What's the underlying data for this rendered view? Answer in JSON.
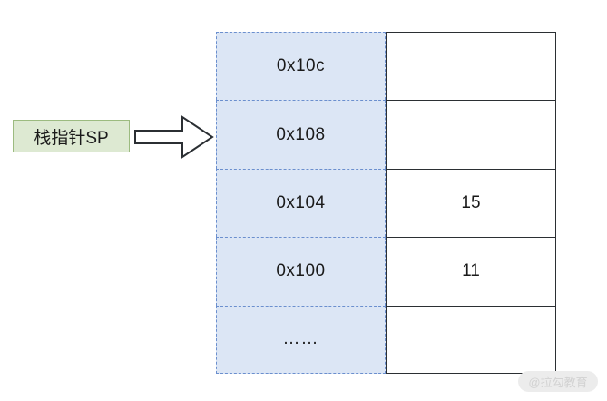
{
  "diagram": {
    "title": "stack-pointer-memory-layout",
    "pointer": {
      "label": "栈指针SP",
      "arrow_icon": "right-arrow-icon",
      "points_to_row_index": 1
    },
    "colors": {
      "address_fill": "#dce6f5",
      "address_border": "#6b8fce",
      "value_fill": "#ffffff",
      "value_border": "#2b2f33",
      "label_fill": "#dde9d2",
      "label_border": "#9cbb80",
      "text": "#1a1a1a",
      "watermark_text": "#d2d2d2",
      "watermark_fill": "#ececec"
    },
    "rows": [
      {
        "address": "0x10c",
        "value": ""
      },
      {
        "address": "0x108",
        "value": ""
      },
      {
        "address": "0x104",
        "value": "15"
      },
      {
        "address": "0x100",
        "value": "11"
      },
      {
        "address": "……",
        "value": ""
      }
    ]
  },
  "watermark": {
    "text": "@拉勾教育"
  }
}
